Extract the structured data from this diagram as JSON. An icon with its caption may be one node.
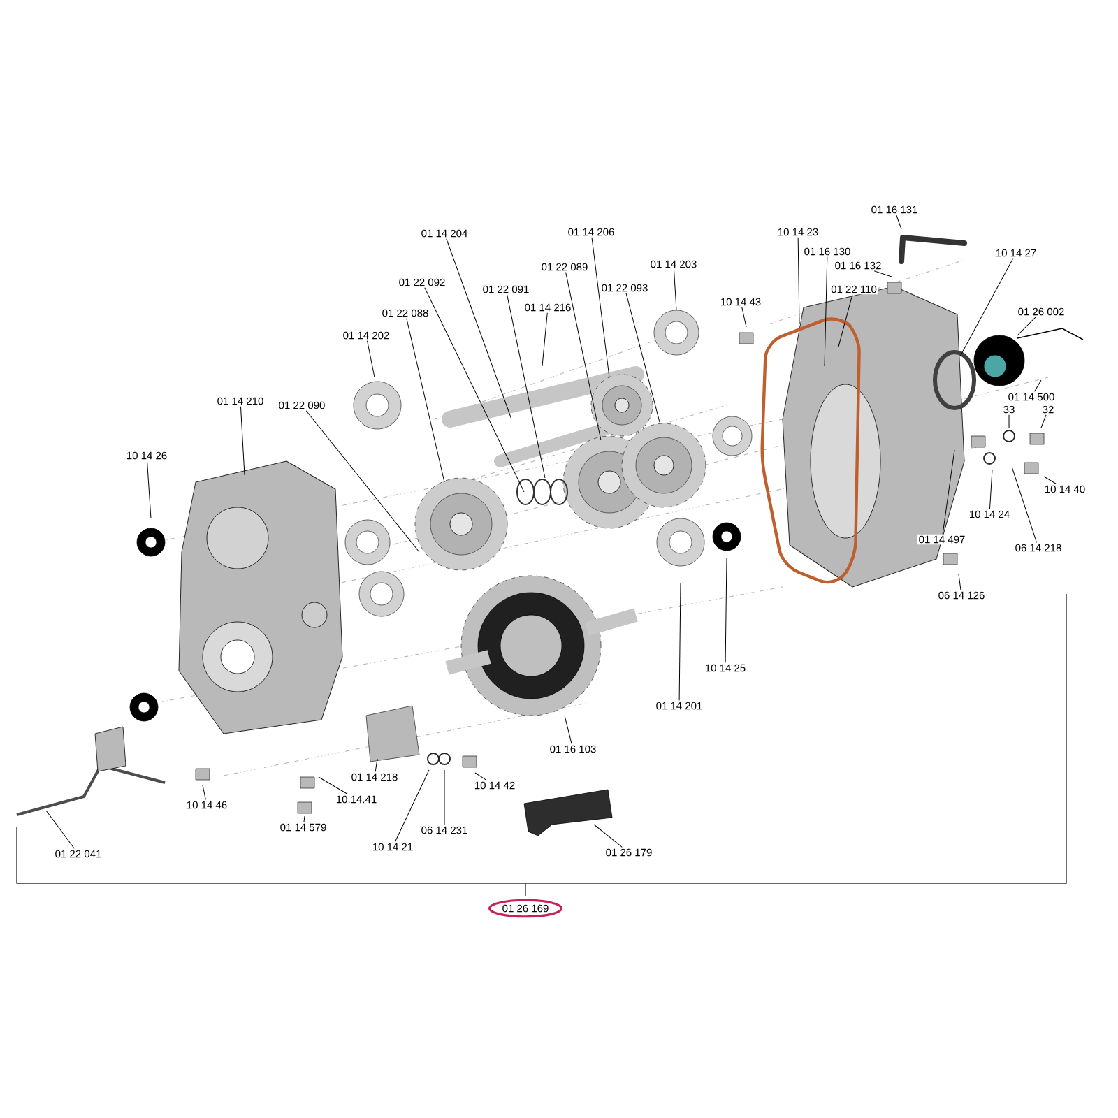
{
  "diagram": {
    "nodes": [
      {
        "text": [
          "01 14 210"
        ]
      },
      {
        "text": [
          "10 14 26"
        ]
      },
      {
        "text": [
          "01 22 090"
        ]
      },
      {
        "text": [
          "01 14 202"
        ]
      },
      {
        "text": [
          "01 22 088"
        ]
      },
      {
        "text": [
          "01 22 092"
        ]
      },
      {
        "text": [
          "01 14 204"
        ]
      },
      {
        "text": [
          "01 22 091"
        ]
      },
      {
        "text": [
          "01 14 216"
        ]
      },
      {
        "text": [
          "01 22 089"
        ]
      },
      {
        "text": [
          "01 14 206"
        ]
      },
      {
        "text": [
          "01 22 093"
        ]
      },
      {
        "text": [
          "01 14 203"
        ]
      },
      {
        "text": [
          "10 14 43"
        ]
      },
      {
        "text": [
          "10 14 23"
        ]
      },
      {
        "text": [
          "01 16 130"
        ]
      },
      {
        "text": [
          "01 16 132"
        ]
      },
      {
        "text": [
          "01 22 110"
        ]
      },
      {
        "text": [
          "01 16 131"
        ]
      },
      {
        "text": [
          "10 14 27"
        ]
      },
      {
        "text": [
          "01 26 002"
        ]
      },
      {
        "text": [
          "01 14 500"
        ]
      },
      {
        "text": [
          "33"
        ]
      },
      {
        "text": [
          "32"
        ]
      },
      {
        "text": [
          "10 14 40"
        ]
      },
      {
        "text": [
          "10 14 24"
        ]
      },
      {
        "text": [
          "01 14 497"
        ]
      },
      {
        "text": [
          "06 14 218"
        ]
      },
      {
        "text": [
          "06 14 126"
        ]
      },
      {
        "text": [
          "10 14 25"
        ]
      },
      {
        "text": [
          "01 14 201"
        ]
      },
      {
        "text": [
          "01 16 103"
        ]
      },
      {
        "text": [
          "01 14 218"
        ]
      },
      {
        "text": [
          "10 14 42"
        ]
      },
      {
        "text": [
          "06 14 231"
        ]
      },
      {
        "text": [
          "10 14 21"
        ]
      },
      {
        "text": [
          "01 26 179"
        ]
      },
      {
        "text": [
          "10 14 46"
        ]
      },
      {
        "text": [
          "10.14.41"
        ]
      },
      {
        "text": [
          "01 14 579"
        ]
      },
      {
        "text": [
          "01 22 041"
        ]
      },
      {
        "text": [
          "01 26 169"
        ]
      }
    ],
    "edges": [
      {
        "from": 0,
        "to": null,
        "arrow": "none"
      },
      {
        "from": 1,
        "to": null,
        "arrow": "none"
      },
      {
        "from": 2,
        "to": null,
        "arrow": "none"
      },
      {
        "from": 3,
        "to": null,
        "arrow": "none"
      },
      {
        "from": 4,
        "to": null,
        "arrow": "none"
      },
      {
        "from": 5,
        "to": null,
        "arrow": "none"
      },
      {
        "from": 6,
        "to": null,
        "arrow": "none"
      },
      {
        "from": 7,
        "to": null,
        "arrow": "none"
      },
      {
        "from": 8,
        "to": null,
        "arrow": "none"
      },
      {
        "from": 9,
        "to": null,
        "arrow": "none"
      },
      {
        "from": 10,
        "to": null,
        "arrow": "none"
      },
      {
        "from": 11,
        "to": null,
        "arrow": "none"
      },
      {
        "from": 12,
        "to": null,
        "arrow": "none"
      },
      {
        "from": 13,
        "to": null,
        "arrow": "none"
      },
      {
        "from": 14,
        "to": null,
        "arrow": "none"
      },
      {
        "from": 15,
        "to": null,
        "arrow": "none"
      },
      {
        "from": 16,
        "to": null,
        "arrow": "none"
      },
      {
        "from": 17,
        "to": null,
        "arrow": "none"
      },
      {
        "from": 18,
        "to": null,
        "arrow": "none"
      },
      {
        "from": 19,
        "to": null,
        "arrow": "none"
      },
      {
        "from": 20,
        "to": null,
        "arrow": "none"
      },
      {
        "from": 21,
        "to": null,
        "arrow": "none"
      },
      {
        "from": 22,
        "to": null,
        "arrow": "none"
      },
      {
        "from": 23,
        "to": null,
        "arrow": "none"
      },
      {
        "from": 24,
        "to": null,
        "arrow": "none"
      },
      {
        "from": 25,
        "to": null,
        "arrow": "none"
      },
      {
        "from": 26,
        "to": null,
        "arrow": "none"
      },
      {
        "from": 27,
        "to": null,
        "arrow": "none"
      },
      {
        "from": 28,
        "to": null,
        "arrow": "none"
      },
      {
        "from": 29,
        "to": null,
        "arrow": "none"
      },
      {
        "from": 30,
        "to": null,
        "arrow": "none"
      },
      {
        "from": 31,
        "to": null,
        "arrow": "none"
      },
      {
        "from": 32,
        "to": null,
        "arrow": "none"
      },
      {
        "from": 33,
        "to": null,
        "arrow": "none"
      },
      {
        "from": 34,
        "to": null,
        "arrow": "none"
      },
      {
        "from": 35,
        "to": null,
        "arrow": "none"
      },
      {
        "from": 36,
        "to": null,
        "arrow": "none"
      },
      {
        "from": 37,
        "to": null,
        "arrow": "none"
      },
      {
        "from": 38,
        "to": null,
        "arrow": "none"
      },
      {
        "from": 39,
        "to": null,
        "arrow": "none"
      },
      {
        "from": 40,
        "to": null,
        "arrow": "none"
      }
    ]
  }
}
